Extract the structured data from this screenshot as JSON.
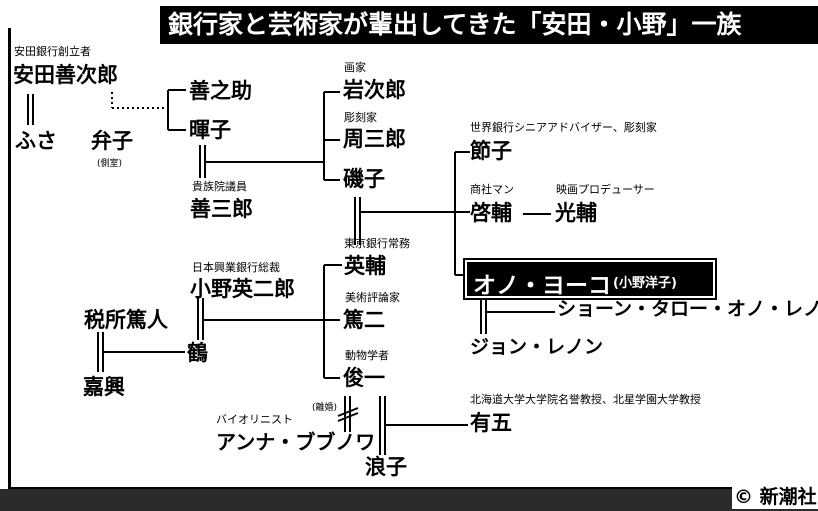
{
  "title": "銀行家と芸術家が輩出してきた「安田・小野」一族",
  "copyright": "© 新潮社",
  "people": {
    "zenjiro": {
      "caption": "安田銀行創立者",
      "name": "安田善次郎"
    },
    "fusa": {
      "name": "ふさ"
    },
    "benko": {
      "name": "弁子",
      "note": "(側室)"
    },
    "zennosuke": {
      "name": "善之助"
    },
    "teruko": {
      "name": "暉子"
    },
    "zenzaburo": {
      "caption": "貴族院議員",
      "name": "善三郎"
    },
    "iwajiro": {
      "caption": "画家",
      "name": "岩次郎"
    },
    "shuzaburo": {
      "caption": "彫刻家",
      "name": "周三郎"
    },
    "isoko": {
      "name": "磯子"
    },
    "setsuko": {
      "caption": "世界銀行シニアアドバイザー、彫刻家",
      "name": "節子"
    },
    "keisuke": {
      "caption": "商社マン",
      "name": "啓輔"
    },
    "kosuke": {
      "caption": "映画プロデューサー",
      "name": "光輔"
    },
    "yoko": {
      "name": "オノ・ヨーコ",
      "sub": "(小野洋子)"
    },
    "sean": {
      "name": "ショーン・タロー・オノ・レノン"
    },
    "john": {
      "name": "ジョン・レノン"
    },
    "eijiro": {
      "caption": "日本興業銀行総裁",
      "name": "小野英二郎"
    },
    "eisuke": {
      "caption": "東京銀行常務",
      "name": "英輔"
    },
    "atsuji": {
      "caption": "美術評論家",
      "name": "篤二"
    },
    "shunichi": {
      "caption": "動物学者",
      "name": "俊一"
    },
    "zeisho": {
      "name": "税所篤人"
    },
    "tsuru": {
      "name": "鶴"
    },
    "kayo": {
      "name": "嘉興"
    },
    "anna": {
      "caption": "バイオリニスト",
      "name": "アンナ・ブブノワ",
      "note": "(離婚)"
    },
    "yugo": {
      "caption": "北海道大学大学院名誉教授、北星学園大学教授",
      "name": "有五"
    },
    "namiko": {
      "name": "浪子"
    }
  }
}
